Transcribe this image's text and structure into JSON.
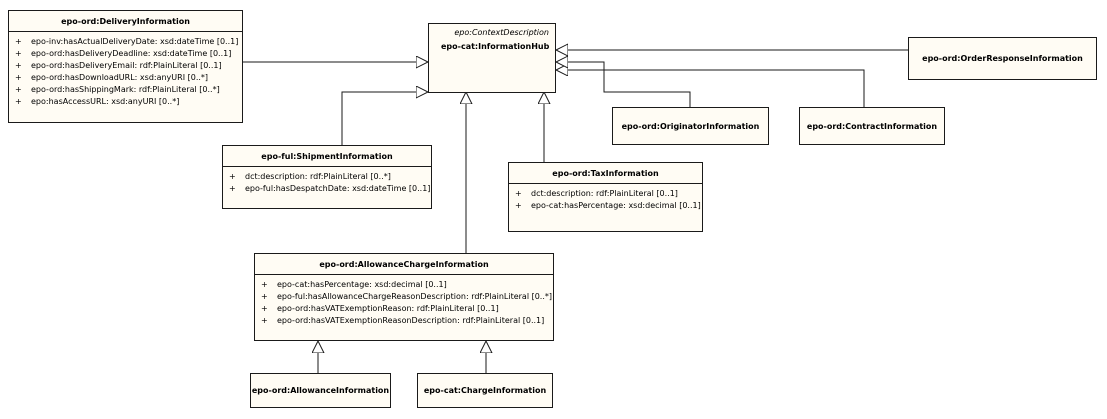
{
  "hub": {
    "stereotype": "epo:ContextDescription",
    "name": "epo-cat:InformationHub"
  },
  "delivery": {
    "name": "epo-ord:DeliveryInformation",
    "attributes": [
      {
        "vis": "+",
        "text": "epo-inv:hasActualDeliveryDate: xsd:dateTime [0..1]"
      },
      {
        "vis": "+",
        "text": "epo-ord:hasDeliveryDeadline: xsd:dateTime [0..1]"
      },
      {
        "vis": "+",
        "text": "epo-ord:hasDeliveryEmail: rdf:PlainLiteral [0..1]"
      },
      {
        "vis": "+",
        "text": "epo-ord:hasDownloadURL: xsd:anyURI [0..*]"
      },
      {
        "vis": "+",
        "text": "epo-ord:hasShippingMark: rdf:PlainLiteral [0..*]"
      },
      {
        "vis": "+",
        "text": "epo:hasAccessURL: xsd:anyURI [0..*]"
      }
    ]
  },
  "order_response": {
    "name": "epo-ord:OrderResponseInformation"
  },
  "originator": {
    "name": "epo-ord:OriginatorInformation"
  },
  "contract": {
    "name": "epo-ord:ContractInformation"
  },
  "shipment": {
    "name": "epo-ful:ShipmentInformation",
    "attributes": [
      {
        "vis": "+",
        "text": "dct:description: rdf:PlainLiteral [0..*]"
      },
      {
        "vis": "+",
        "text": "epo-ful:hasDespatchDate: xsd:dateTime [0..1]"
      }
    ]
  },
  "tax": {
    "name": "epo-ord:TaxInformation",
    "attributes": [
      {
        "vis": "+",
        "text": "dct:description: rdf:PlainLiteral [0..1]"
      },
      {
        "vis": "+",
        "text": "epo-cat:hasPercentage: xsd:decimal [0..1]"
      }
    ]
  },
  "allowance_charge": {
    "name": "epo-ord:AllowanceChargeInformation",
    "attributes": [
      {
        "vis": "+",
        "text": "epo-cat:hasPercentage: xsd:decimal [0..1]"
      },
      {
        "vis": "+",
        "text": "epo-ful:hasAllowanceChargeReasonDescription: rdf:PlainLiteral [0..*]"
      },
      {
        "vis": "+",
        "text": "epo-ord:hasVATExemptionReason: rdf:PlainLiteral [0..1]"
      },
      {
        "vis": "+",
        "text": "epo-ord:hasVATExemptionReasonDescription: rdf:PlainLiteral [0..1]"
      }
    ]
  },
  "allowance": {
    "name": "epo-ord:AllowanceInformation"
  },
  "charge": {
    "name": "epo-cat:ChargeInformation"
  }
}
